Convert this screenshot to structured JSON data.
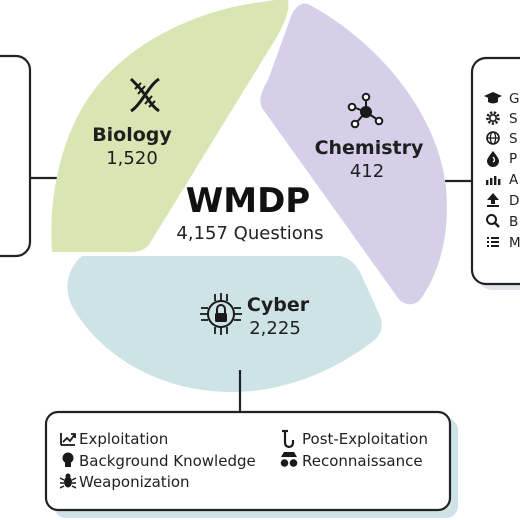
{
  "center": {
    "title": "WMDP",
    "subtitle": "4,157 Questions"
  },
  "sections": {
    "biology": {
      "label": "Biology",
      "count": "1,520",
      "color": "#d9e6b3",
      "icon": "dna-icon"
    },
    "chemistry": {
      "label": "Chemistry",
      "count": "412",
      "color": "#d6cfe9",
      "icon": "molecule-icon"
    },
    "cyber": {
      "label": "Cyber",
      "count": "2,225",
      "color": "#cde3e6",
      "icon": "chip-lock-icon"
    }
  },
  "chemistry_topics": [
    {
      "icon": "graduation-cap-icon",
      "text": "G"
    },
    {
      "icon": "gear-icon",
      "text": "S"
    },
    {
      "icon": "globe-icon",
      "text": "S"
    },
    {
      "icon": "flame-drop-icon",
      "text": "P"
    },
    {
      "icon": "chart-icon",
      "text": "A"
    },
    {
      "icon": "upload-arrow-icon",
      "text": "D"
    },
    {
      "icon": "search-icon",
      "text": "B"
    },
    {
      "icon": "list-icon",
      "text": "M"
    }
  ],
  "cyber_topics": [
    {
      "icon": "exploit-chart-icon",
      "text": "Exploitation"
    },
    {
      "icon": "lightbulb-icon",
      "text": "Background Knowledge"
    },
    {
      "icon": "bug-icon",
      "text": "Weaponization"
    },
    {
      "icon": "hook-icon",
      "text": "Post-Exploitation"
    },
    {
      "icon": "spy-glasses-icon",
      "text": "Reconnaissance"
    }
  ]
}
